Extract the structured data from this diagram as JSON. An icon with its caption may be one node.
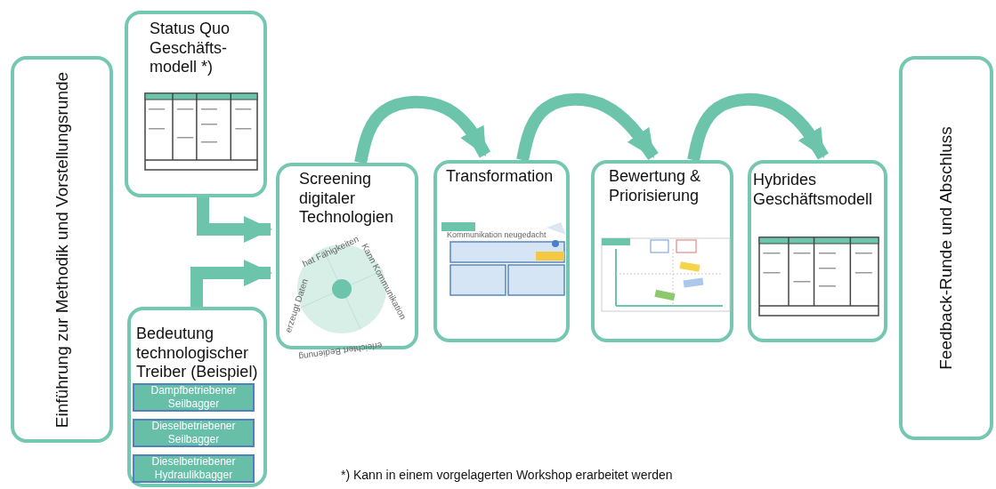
{
  "diagram": {
    "caption": "*) Kann in einem vorgelagerten Workshop erarbeitet werden",
    "nodes": [
      {
        "text": [
          "Einführung zur Methodik und Vorstellungsrunde"
        ]
      },
      {
        "text": [
          "Status Quo Geschäfts-modell *)"
        ]
      },
      {
        "text": [
          "Bedeutung technologischer Treiber (Beispiel)"
        ]
      },
      {
        "text": [
          "Dampfbetriebener Seilbagger"
        ],
        "in": 2
      },
      {
        "text": [
          "Dieselbetriebener Seilbagger"
        ],
        "in": 2
      },
      {
        "text": [
          "Dieselbetriebener Hydraulikbagger"
        ],
        "in": 2
      },
      {
        "text": [
          "Screening digitaler Technologien"
        ]
      },
      {
        "text": [
          "Transformation"
        ]
      },
      {
        "text": [
          "Bewertung & Priorisierung"
        ]
      },
      {
        "text": [
          "Hybrides Geschäftsmodell"
        ]
      },
      {
        "text": [
          "Feedback-Runde und Abschluss"
        ]
      }
    ],
    "edges": [
      {
        "from": 1,
        "to": 6,
        "arrow": "to"
      },
      {
        "from": 2,
        "to": 6,
        "arrow": "to"
      },
      {
        "from": 6,
        "to": 7,
        "arrow": "to"
      },
      {
        "from": 7,
        "to": 8,
        "arrow": "to"
      },
      {
        "from": 8,
        "to": 9,
        "arrow": "to"
      }
    ],
    "labels": [
      "hat Fähigkeiten",
      "Kann Kommunikation",
      "erleichtert Bedienung",
      "erzeugt Daten",
      "Kommunikation neugedacht"
    ]
  }
}
